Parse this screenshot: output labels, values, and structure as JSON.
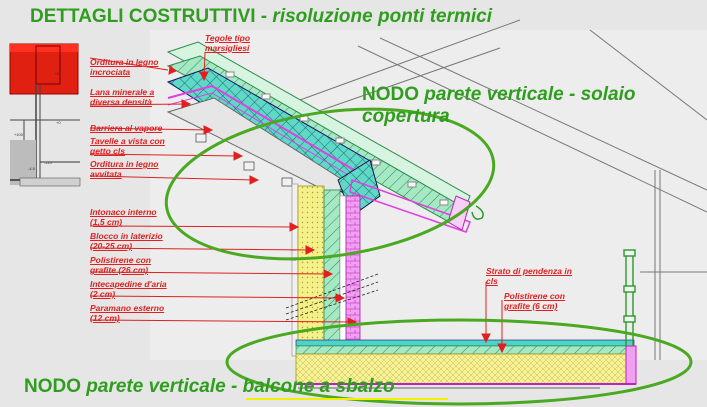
{
  "title": {
    "main": "DETTAGLI COSTRUTTIVI - ",
    "italic": "risoluzione ponti termici"
  },
  "node_roof": {
    "line1_plain": "NODO ",
    "line1_italic": "parete verticale - solaio",
    "line2_italic": "copertura"
  },
  "node_balcony": {
    "plain": "NODO ",
    "italic": "parete verticale - balcone a sbalzo"
  },
  "labels": {
    "tegole": [
      "Tegole tipo",
      "marsigliesi"
    ],
    "orditura_incrociata": [
      "Orditura in legno",
      "incrociata"
    ],
    "lana": [
      "Lana minerale a",
      "diversa densità"
    ],
    "barriera": [
      "Barriera al vapore"
    ],
    "tavelle": [
      "Tavelle a vista con",
      "getto cls"
    ],
    "orditura_avvitata": [
      "Orditura in legno",
      "avvitata"
    ],
    "intonaco": [
      "Intonaco interno",
      "(1,5 cm)"
    ],
    "blocco": [
      "Blocco in laterizio",
      "(20-25 cm)"
    ],
    "polistirene_grafite": [
      "Polistirene con",
      "grafite (26 cm)"
    ],
    "intercapedine": [
      "Intecapedine d'aria",
      "(2 cm)"
    ],
    "paramano": [
      "Paramano esterno",
      "(12 cm)"
    ],
    "strato_pendenza": [
      "Strato di pendenza in",
      "cls"
    ],
    "polistirene_6": [
      "Polistirene con",
      "grafite (6 cm)"
    ]
  },
  "thumbnail": {
    "dims": [
      "+100",
      "+3",
      "+0",
      "-115",
      "-4.5"
    ]
  },
  "colors": {
    "title_green": "#2f9e1f",
    "label_red": "#e02020",
    "ellipse_green": "#4aa821",
    "insulation_yellow": "#f4f08a",
    "insulation_green": "#9fe0b8",
    "roof_cyan": "#4fd3c6",
    "magenta": "#e040e0",
    "house_red": "#e02010"
  }
}
